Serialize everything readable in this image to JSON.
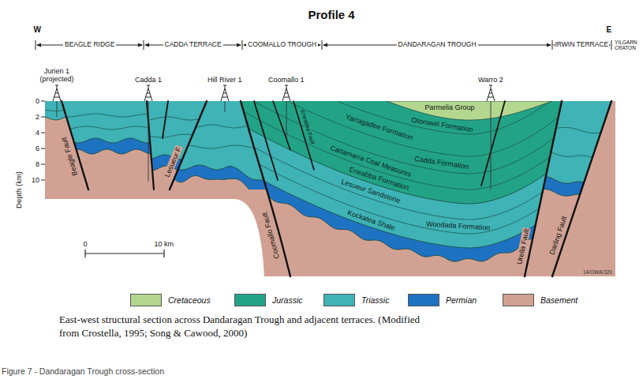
{
  "diagram": {
    "title": "Profile 4",
    "caption": "East-west structural section across Dandaragan Trough and adjacent terraces. (Modified from Crostella, 1995; Song & Cawood, 2000)",
    "labels": [
      "W",
      "E",
      "BEAGLE RIDGE",
      "CADDA TERRACE",
      "COOMALLO TROUGH",
      "DANDARAGAN TROUGH",
      "IRWIN TERRACE",
      "YILGARN CRATON",
      "Jurien 1 (projected)",
      "Cadda 1",
      "Hill River 1",
      "Coomallo 1",
      "Warro 2",
      "0",
      "2",
      "4",
      "6",
      "8",
      "10",
      "Depth (km)",
      "Parmelia Group",
      "Otorowiri Formation",
      "Yarragadee Formation",
      "Cadda Formation",
      "Cattamarra Coal Measures",
      "Eneabba Formation",
      "Lesueur Sandstone",
      "Woodada Formation",
      "Kockatea Shale",
      "Beagle Fault",
      "Lesueur F",
      "Coomallo Fault",
      "Eneabba Fault",
      "Urella Fault",
      "Darling Fault",
      "0",
      "10 km",
      "14/OWA/320",
      "Figure 7 - Dandaragan Trough cross-section"
    ],
    "legend": [
      {
        "text": "Cretaceous",
        "color": "#b3d78f"
      },
      {
        "text": "Jurassic",
        "color": "#22a386"
      },
      {
        "text": "Triassic",
        "color": "#3fb3b6"
      },
      {
        "text": "Permian",
        "color": "#1e72c2"
      },
      {
        "text": "Basement",
        "color": "#d1a293"
      }
    ]
  }
}
